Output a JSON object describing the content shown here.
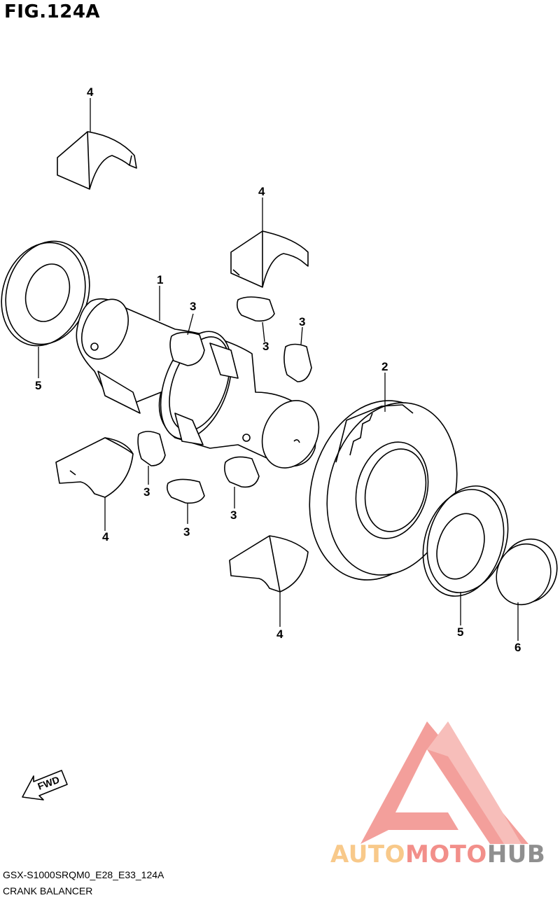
{
  "figure": {
    "title": "FIG.124A"
  },
  "callouts": [
    {
      "id": "c4a",
      "label": "4"
    },
    {
      "id": "c4b",
      "label": "4"
    },
    {
      "id": "c1",
      "label": "1"
    },
    {
      "id": "c3a",
      "label": "3"
    },
    {
      "id": "c3b",
      "label": "3"
    },
    {
      "id": "c3c",
      "label": "3"
    },
    {
      "id": "c5a",
      "label": "5"
    },
    {
      "id": "c2",
      "label": "2"
    },
    {
      "id": "c3d",
      "label": "3"
    },
    {
      "id": "c3e",
      "label": "3"
    },
    {
      "id": "c3f",
      "label": "3"
    },
    {
      "id": "c4c",
      "label": "4"
    },
    {
      "id": "c4d",
      "label": "4"
    },
    {
      "id": "c5b",
      "label": "5"
    },
    {
      "id": "c6",
      "label": "6"
    }
  ],
  "fwd_label": "FWD",
  "caption": {
    "model_code": "GSX-S1000SRQM0_E28_E33_124A",
    "name": "CRANK BALANCER"
  },
  "watermark": {
    "part1": "AUTO",
    "part2": "MOTO",
    "part3": "HUB"
  },
  "colors": {
    "line": "#000000",
    "watermark_red": "#f28f8a",
    "watermark_orange": "#f8c98a",
    "watermark_gray": "#8f8f8f"
  }
}
